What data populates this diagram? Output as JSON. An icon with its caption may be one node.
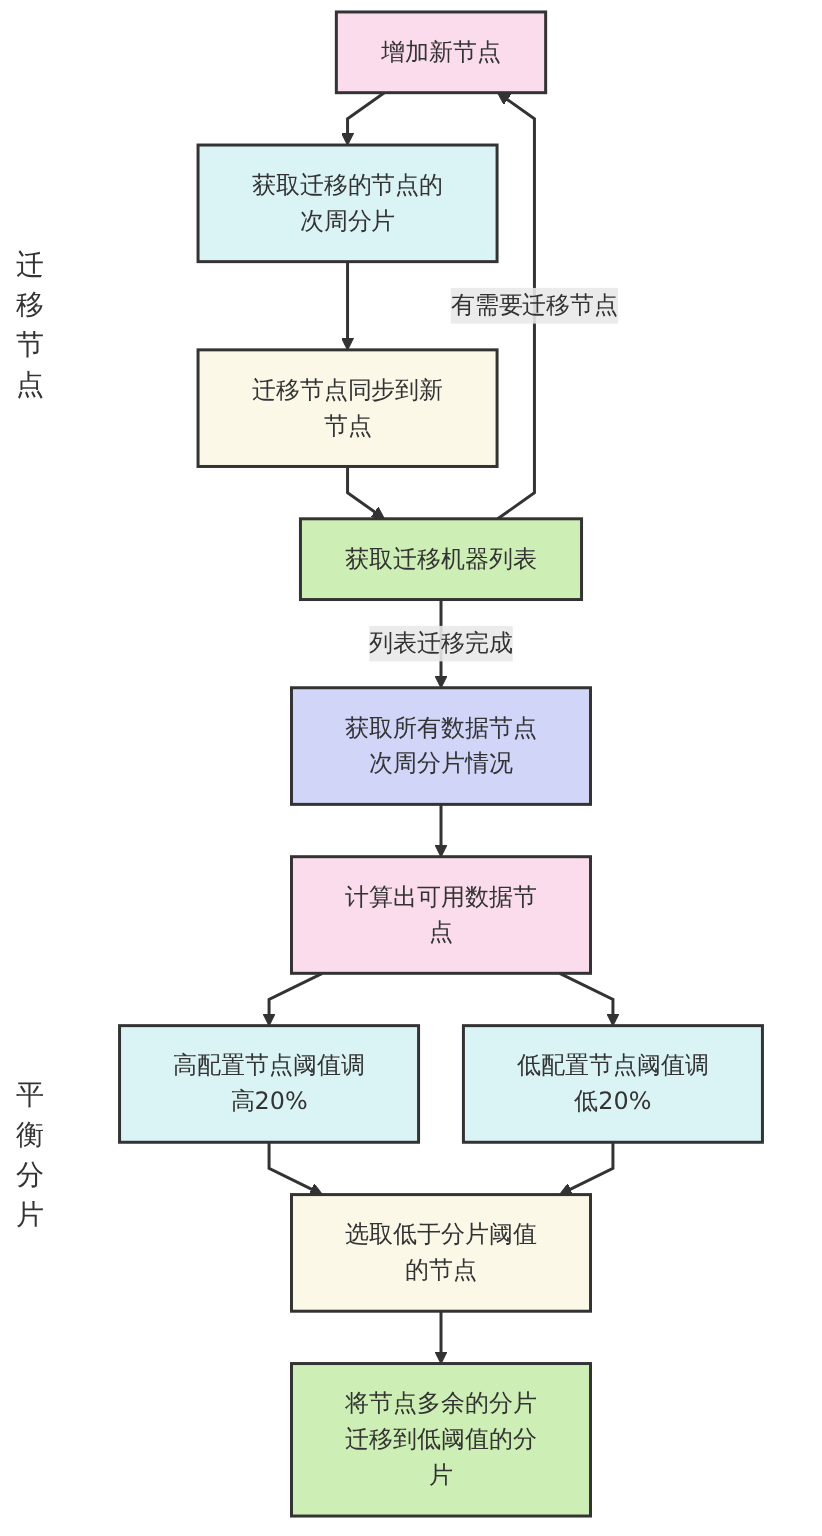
{
  "diagram": {
    "nodes": [
      {
        "text": [
          "增加新节点"
        ]
      },
      {
        "text": [
          "获取迁移的节点的次周分片"
        ]
      },
      {
        "text": [
          "迁移节点同步到新节点"
        ]
      },
      {
        "text": [
          "获取迁移机器列表"
        ]
      },
      {
        "text": [
          "获取所有数据节点次周分片情况"
        ]
      },
      {
        "text": [
          "计算出可用数据节点"
        ]
      },
      {
        "text": [
          "高配置节点阈值调高20%"
        ]
      },
      {
        "text": [
          "低配置节点阈值调低20%"
        ]
      },
      {
        "text": [
          "选取低于分片阈值的节点"
        ]
      },
      {
        "text": [
          "将节点多余的分片迁移到低阈值的分片"
        ]
      }
    ],
    "edges": [
      {
        "from": 0,
        "to": 1,
        "arrow": "to"
      },
      {
        "from": 1,
        "to": 2,
        "arrow": "to"
      },
      {
        "from": 2,
        "to": 3,
        "arrow": "to"
      },
      {
        "from": 3,
        "to": 0,
        "arrow": "to",
        "label": "有需要迁移节点"
      },
      {
        "from": 3,
        "to": 4,
        "arrow": "to",
        "label": "列表迁移完成"
      },
      {
        "from": 4,
        "to": 5,
        "arrow": "to"
      },
      {
        "from": 5,
        "to": 6,
        "arrow": "to"
      },
      {
        "from": 5,
        "to": 7,
        "arrow": "to"
      },
      {
        "from": 6,
        "to": 8,
        "arrow": "to"
      },
      {
        "from": 7,
        "to": 8,
        "arrow": "to"
      },
      {
        "from": 8,
        "to": 9,
        "arrow": "to"
      }
    ],
    "labels": [
      "迁移节点",
      "平衡分片"
    ]
  }
}
